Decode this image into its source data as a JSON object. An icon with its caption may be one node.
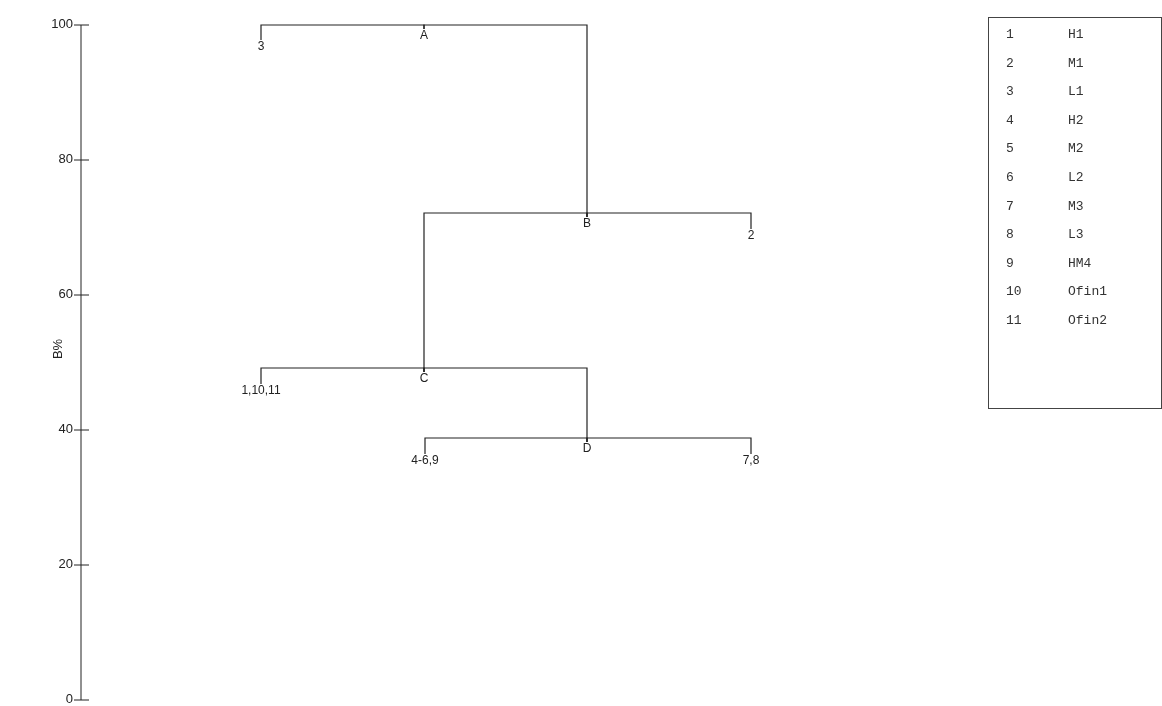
{
  "diagram": {
    "nodes": [
      {
        "text": [
          "A"
        ]
      },
      {
        "text": [
          "3"
        ]
      },
      {
        "text": [
          "B"
        ]
      },
      {
        "text": [
          "2"
        ]
      },
      {
        "text": [
          "C"
        ]
      },
      {
        "text": [
          "1,10,11"
        ]
      },
      {
        "text": [
          "D"
        ]
      },
      {
        "text": [
          "4-6,9"
        ]
      },
      {
        "text": [
          "7,8"
        ]
      }
    ],
    "edges": [
      {
        "from": 0,
        "to": 1,
        "arrow": "none"
      },
      {
        "from": 0,
        "to": 2,
        "arrow": "none"
      },
      {
        "from": 2,
        "to": 3,
        "arrow": "none"
      },
      {
        "from": 2,
        "to": 4,
        "arrow": "none"
      },
      {
        "from": 4,
        "to": 5,
        "arrow": "none"
      },
      {
        "from": 4,
        "to": 6,
        "arrow": "none"
      },
      {
        "from": 6,
        "to": 7,
        "arrow": "none"
      },
      {
        "from": 6,
        "to": 8,
        "arrow": "none"
      }
    ],
    "labels": [
      "100",
      "80",
      "60",
      "40",
      "20",
      "0",
      "B%",
      "1",
      "H1",
      "2",
      "M1",
      "3",
      "L1",
      "4",
      "H2",
      "5",
      "M2",
      "6",
      "L2",
      "7",
      "M3",
      "8",
      "L3",
      "9",
      "HM4",
      "10",
      "Ofin1",
      "11",
      "Ofin2"
    ]
  }
}
